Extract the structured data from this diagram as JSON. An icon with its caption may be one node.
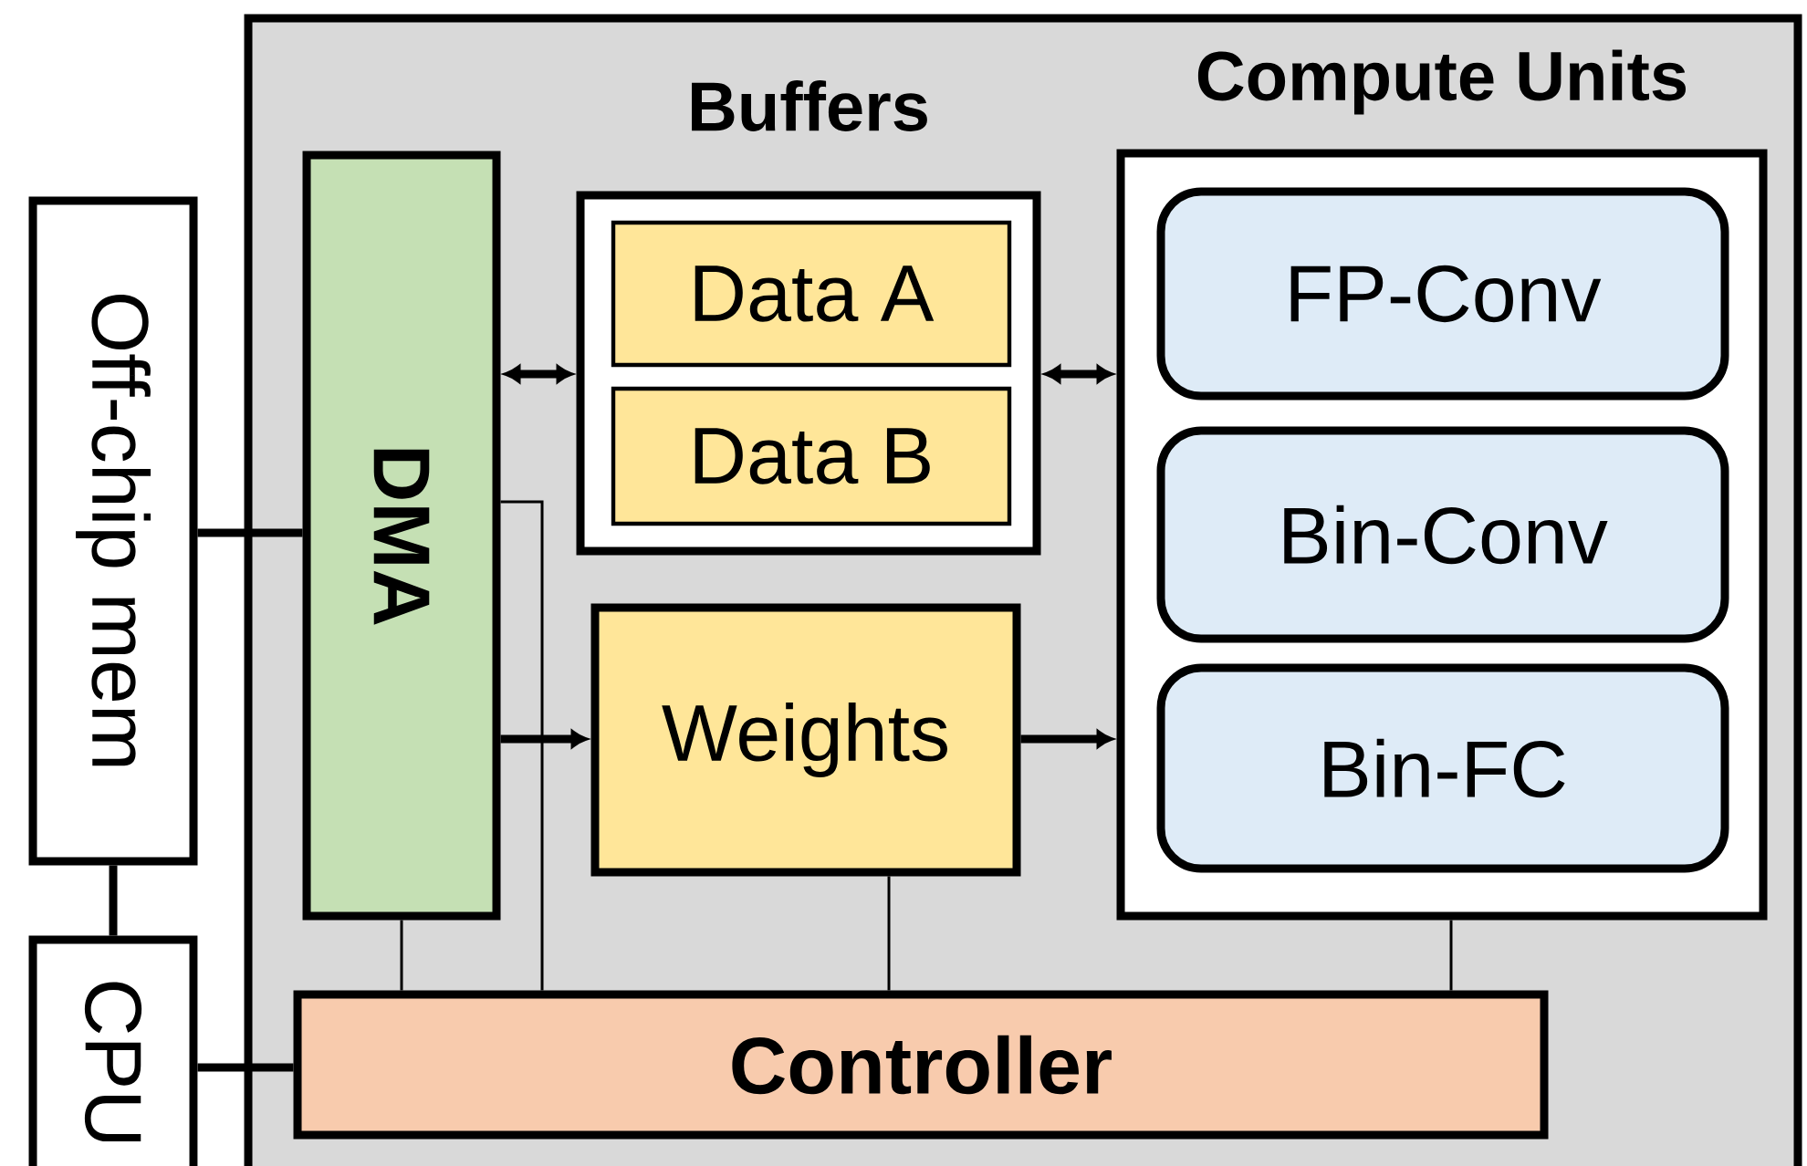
{
  "diagram": {
    "nodes": [
      {
        "text": [
          "Off-chip mem"
        ]
      },
      {
        "text": [
          "CPU"
        ]
      },
      {
        "text": [],
        "shape": "box"
      },
      {
        "text": [
          "DMA"
        ],
        "in": 2
      },
      {
        "text": [
          "Buffers"
        ],
        "in": 2
      },
      {
        "text": [
          "Data A"
        ],
        "in": 4
      },
      {
        "text": [
          "Data B"
        ],
        "in": 4
      },
      {
        "text": [
          "Weights"
        ],
        "in": 2
      },
      {
        "text": [
          "Compute Units"
        ],
        "in": 2
      },
      {
        "text": [
          "FP-Conv"
        ],
        "in": 8
      },
      {
        "text": [
          "Bin-Conv"
        ],
        "in": 8
      },
      {
        "text": [
          "Bin-FC"
        ],
        "in": 8
      },
      {
        "text": [
          "Controller"
        ],
        "in": 2
      }
    ],
    "edges": [
      {
        "from": 0,
        "to": 3,
        "arrow": "none"
      },
      {
        "from": 0,
        "to": 1,
        "arrow": "none"
      },
      {
        "from": 1,
        "to": 12,
        "arrow": "none"
      },
      {
        "from": 3,
        "to": 4,
        "arrow": "both"
      },
      {
        "from": 4,
        "to": 8,
        "arrow": "both"
      },
      {
        "from": 3,
        "to": 7,
        "arrow": "to"
      },
      {
        "from": 7,
        "to": 8,
        "arrow": "to"
      },
      {
        "from": 3,
        "to": 12,
        "arrow": "none"
      },
      {
        "from": 3,
        "to": 12,
        "arrow": "none"
      },
      {
        "from": 7,
        "to": 12,
        "arrow": "none"
      },
      {
        "from": 8,
        "to": 12,
        "arrow": "none"
      }
    ]
  }
}
